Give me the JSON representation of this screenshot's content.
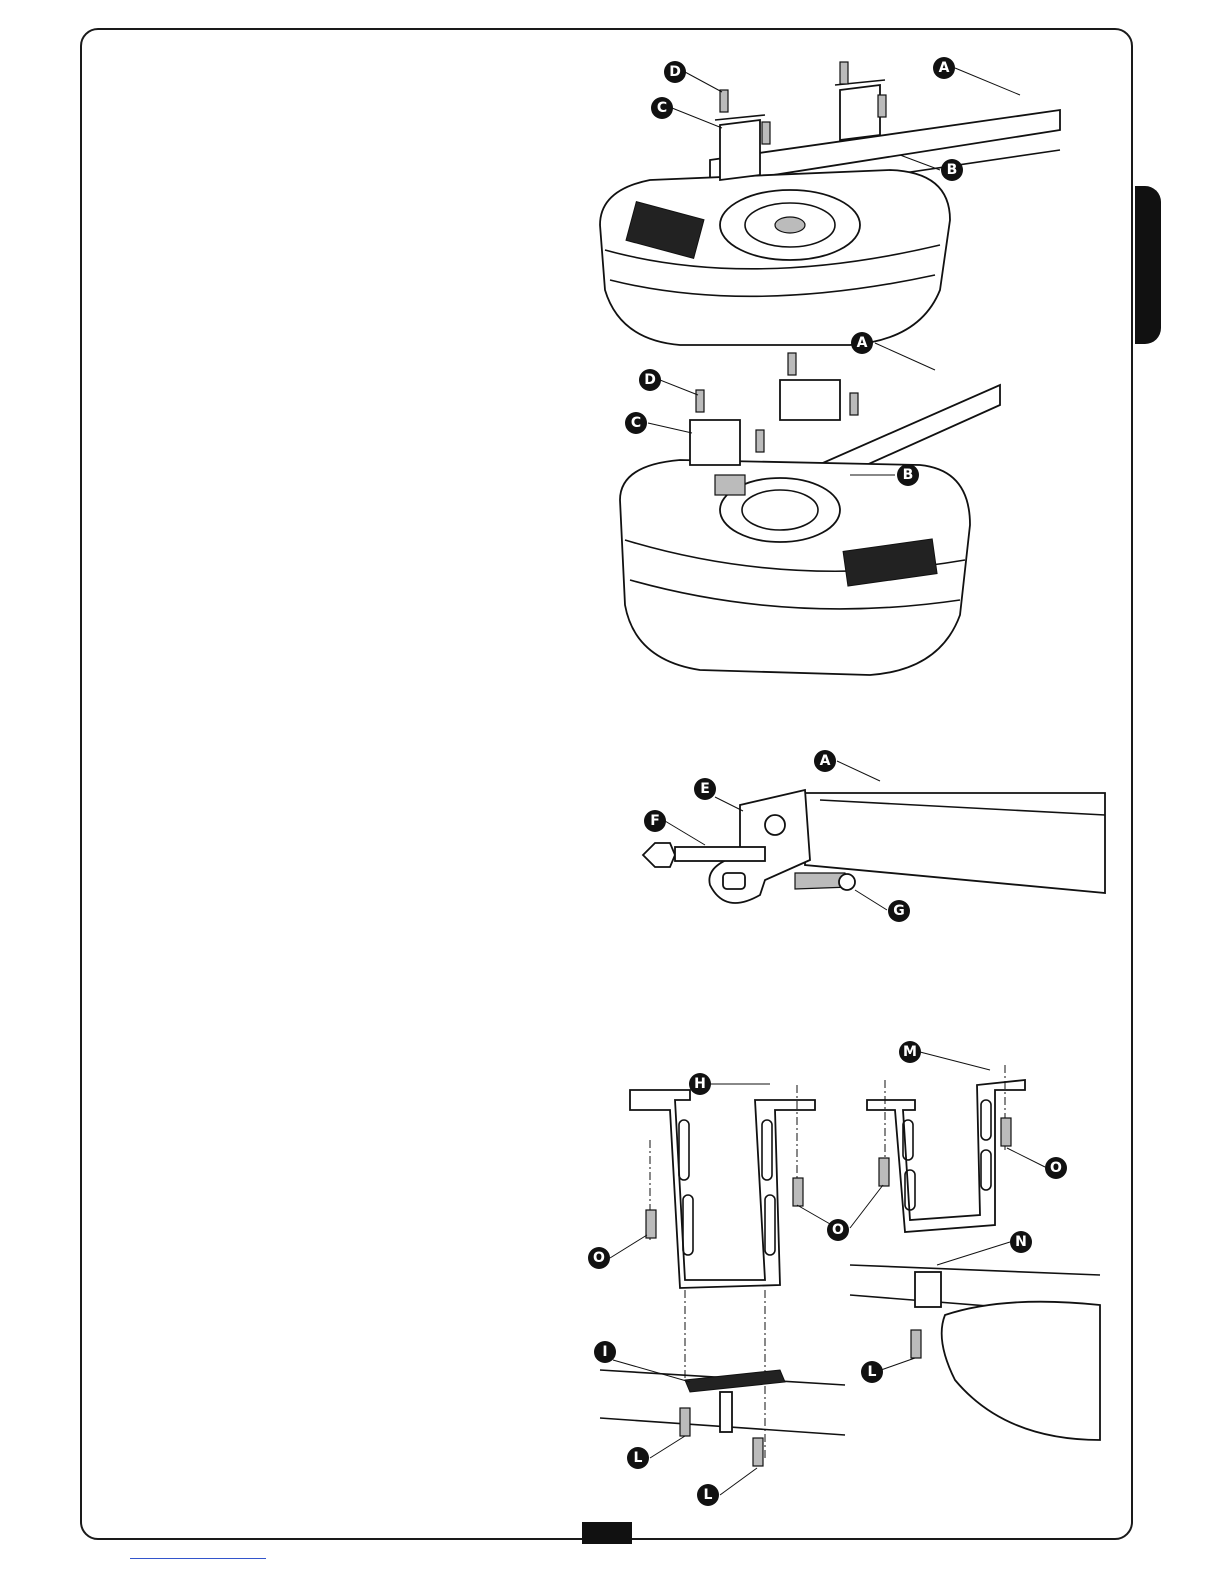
{
  "page": {
    "page_number": ""
  },
  "figure1": {
    "labels": {
      "a": "A",
      "b": "B",
      "c": "C",
      "d": "D"
    }
  },
  "figure2": {
    "labels": {
      "a": "A",
      "b": "B",
      "c": "C",
      "d": "D"
    }
  },
  "figure3": {
    "labels": {
      "a": "A",
      "e": "E",
      "f": "F",
      "g": "G"
    }
  },
  "figure4": {
    "labels": {
      "h": "H",
      "m": "M",
      "n": "N",
      "i": "I",
      "o1": "O",
      "o2": "O",
      "o3": "O",
      "l1": "L",
      "l2": "L",
      "l3": "L"
    }
  }
}
